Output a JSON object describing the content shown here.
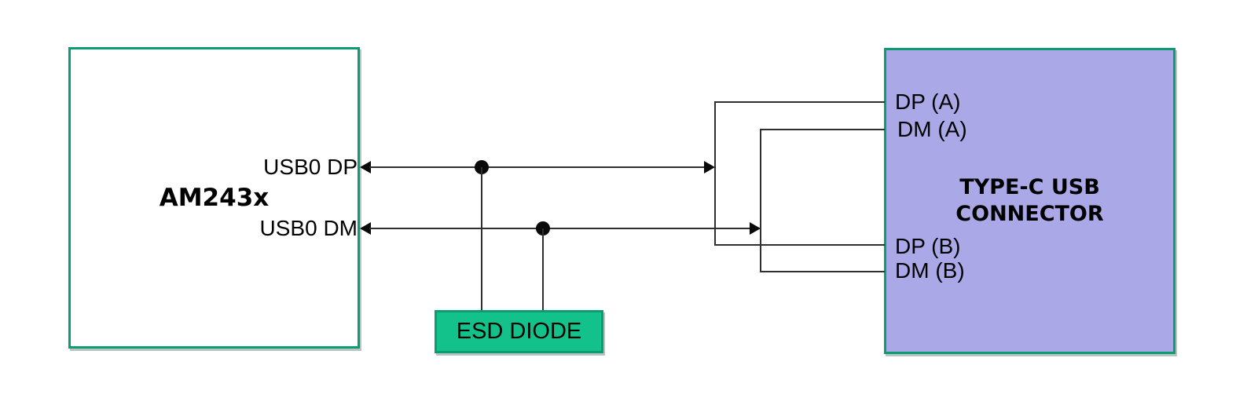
{
  "diagram": {
    "soc": {
      "title": "AM243x",
      "pin_dp": "USB0 DP",
      "pin_dm": "USB0 DM"
    },
    "connector": {
      "title_line1": "TYPE-C USB",
      "title_line2": "CONNECTOR",
      "pin_dp_a": "DP (A)",
      "pin_dm_a": "DM (A)",
      "pin_dp_b": "DP (B)",
      "pin_dm_b": "DM (B)"
    },
    "esd": {
      "label": "ESD DIODE"
    },
    "colors": {
      "box_border_green": "#0d9b74",
      "connector_fill_purple": "#aba8e8",
      "esd_fill_green": "#13c18b",
      "wire_black": "#2f2f2f",
      "background": "#ffffff"
    }
  }
}
